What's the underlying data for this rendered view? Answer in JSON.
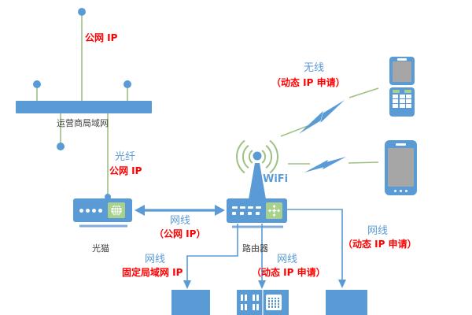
{
  "colors": {
    "device_blue": "#5B9BD5",
    "stand_blue": "#7FACDD",
    "line_green": "#9DC183",
    "icon_green": "#A9D18E",
    "label_red": "#FF0000",
    "label_blue": "#5B9BD5",
    "label_dark": "#404040",
    "screen_gray": "#A6A6A6"
  },
  "icons": [
    "globe-icon",
    "route-arrows-icon",
    "wifi-antenna-icon",
    "lightning-bolt-icon",
    "keypad-icon"
  ],
  "nodes": {
    "isp_lan": {
      "label": "运营商局域网"
    },
    "modem": {
      "label": "光猫"
    },
    "router": {
      "label": "路由器",
      "wifi_label": "WiFi"
    }
  },
  "links": {
    "isp_uplink": {
      "label": "公网 IP"
    },
    "fiber": {
      "line1": "光纤",
      "line2": "公网 IP"
    },
    "modem_router_cable": {
      "line1": "网线",
      "line2": "（公网 IP）"
    },
    "wireless": {
      "line1": "无线",
      "line2": "（动态 IP 申请）"
    },
    "router_to_left_device": {
      "line1": "网线",
      "line2": "固定局域网 IP"
    },
    "router_to_middle_device": {
      "line1": "网线",
      "line2": "（动态 IP 申请）"
    },
    "router_to_right_device": {
      "line1": "网线",
      "line2": "（动态 IP 申请）"
    }
  }
}
